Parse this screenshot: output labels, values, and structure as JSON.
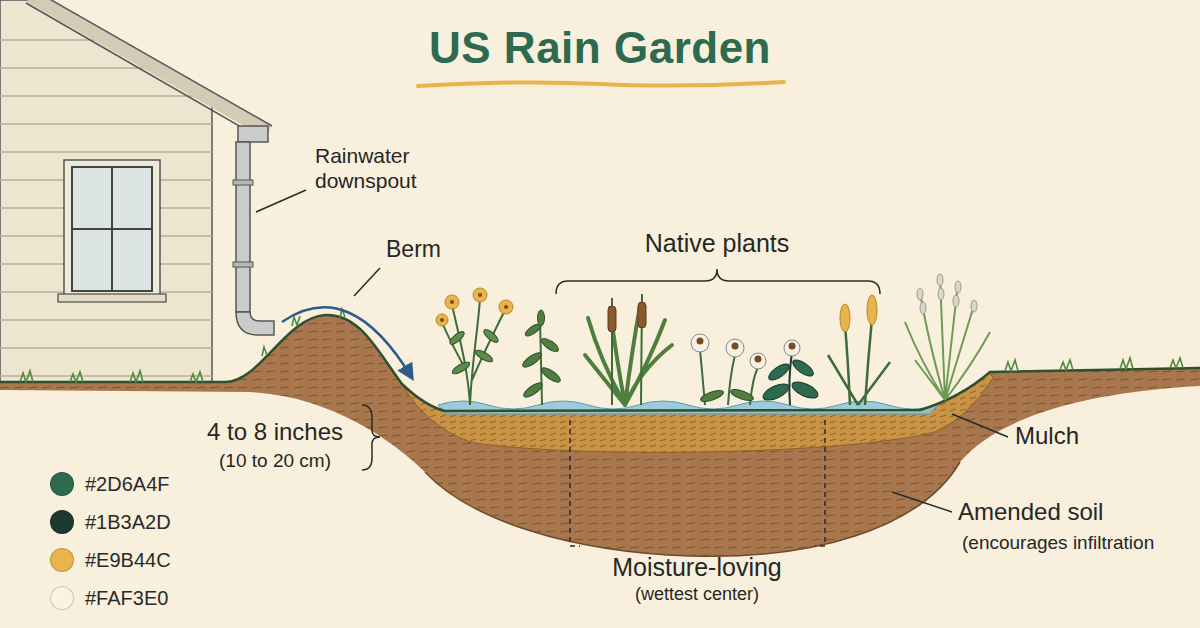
{
  "diagram": {
    "title": "US Rain Garden",
    "labels": [
      "Rainwater downspout",
      "Berm",
      "Native plants",
      "4 to 8 inches",
      "(10 to 20 cm)",
      "Mulch",
      "Amended soil",
      "(encourages infiltration",
      "Moisture-loving",
      "(wettest center)"
    ],
    "legend": [
      {
        "text": "#2D6A4F",
        "color": "#2D6A4F"
      },
      {
        "text": "#1B3A2D",
        "color": "#1B3A2D"
      },
      {
        "text": "#E9B44C",
        "color": "#E9B44C"
      },
      {
        "text": "#FAF3E0",
        "color": "#FAF3E0"
      }
    ]
  }
}
